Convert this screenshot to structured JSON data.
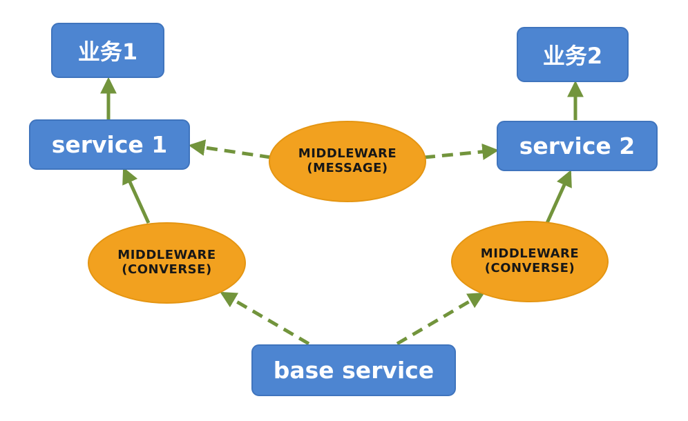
{
  "diagram": {
    "nodes": {
      "biz1": "业务1",
      "biz2": "业务2",
      "service1": "service 1",
      "service2": "service 2",
      "base": "base service",
      "mw_message": {
        "line1": "MIDDLEWARE",
        "line2": "(MESSAGE)"
      },
      "mw_converse_left": {
        "line1": "MIDDLEWARE",
        "line2": "(CONVERSE)"
      },
      "mw_converse_right": {
        "line1": "MIDDLEWARE",
        "line2": "(CONVERSE)"
      }
    },
    "colors": {
      "box_fill": "#4d85d1",
      "ellipse_fill": "#f2a11f",
      "arrow": "#72943c",
      "box_text": "#ffffff",
      "ellipse_text": "#171717"
    }
  }
}
